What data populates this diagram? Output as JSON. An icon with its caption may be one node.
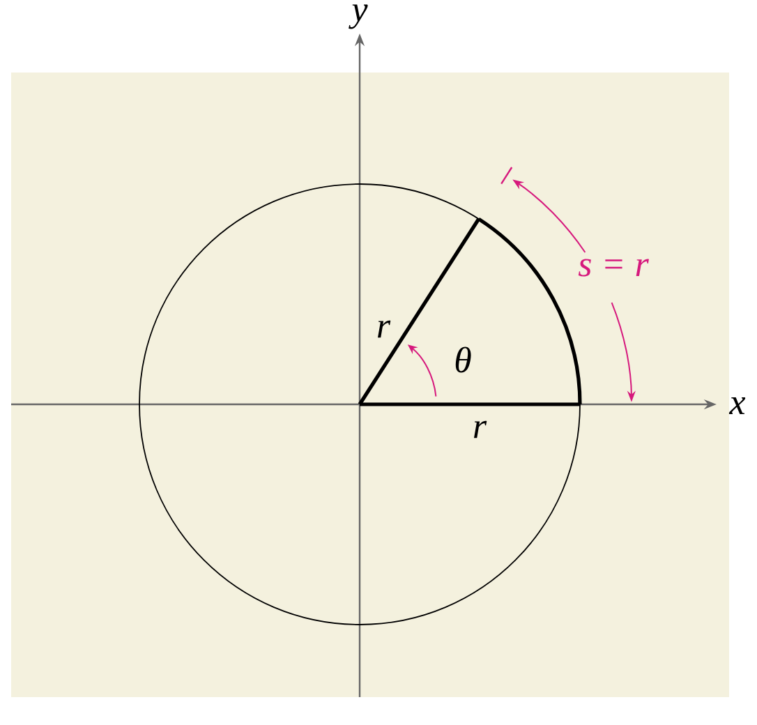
{
  "diagram": {
    "labels": [
      "y",
      "s = r",
      "r",
      "θ",
      "r",
      "x"
    ]
  }
}
